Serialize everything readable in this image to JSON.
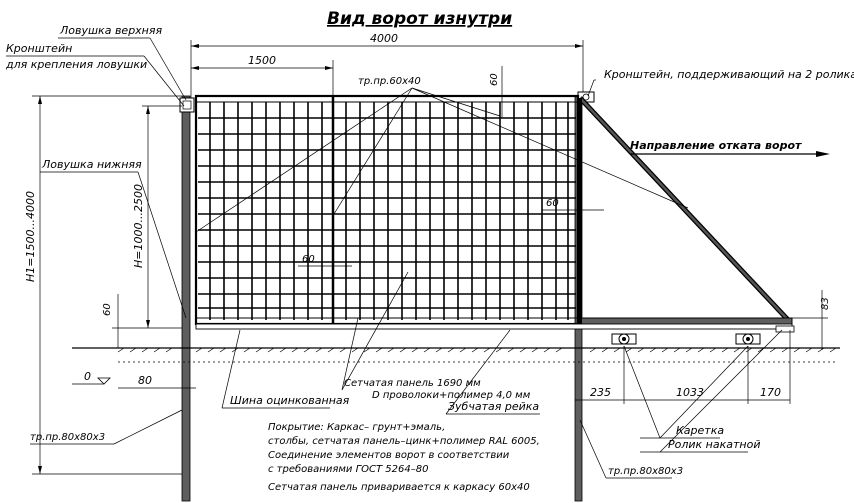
{
  "title": "Вид ворот изнутри",
  "labels": {
    "trap_upper": "Ловушка верхняя",
    "bracket_trap_1": "Кронштейн",
    "bracket_trap_2": "для крепления ловушки",
    "trap_lower": "Ловушка нижняя",
    "bracket_rollers": "Кронштейн, поддерживающий на 2 ролика",
    "direction": "Направление отката ворот",
    "profile_top": "тр.пр.60х40",
    "rail": "Шина оцинкованная",
    "mesh_1": "Сетчатая панель 1690 мм",
    "mesh_2": "D проволоки+полимер 4,0 мм",
    "gear_rack": "Зубчатая рейка",
    "carriage": "Каретка",
    "roller": "Ролик накатной",
    "post_left": "тр.пр.80х80х3",
    "post_right": "тр.пр.80х80х3",
    "height_total": "H1=1500...4000",
    "height_gate": "H=1000...2500"
  },
  "dimensions": {
    "total_width": "4000",
    "section_width": "1500",
    "top_60": "60",
    "right_60": "60",
    "mid_60": "60",
    "left_60": "60",
    "ground_0": "0",
    "post_80": "80",
    "d235": "235",
    "d1033": "1033",
    "d170": "170",
    "d83": "83"
  },
  "notes": [
    "Покрытие: Каркас– грунт+эмаль,",
    "столбы, сетчатая панель–цинк+полимер RAL 6005,",
    "Соединение элементов ворот в соответствии",
    "с требованиями ГОСТ 5264–80",
    "Сетчатая панель приваривается к каркасу 60х40"
  ]
}
